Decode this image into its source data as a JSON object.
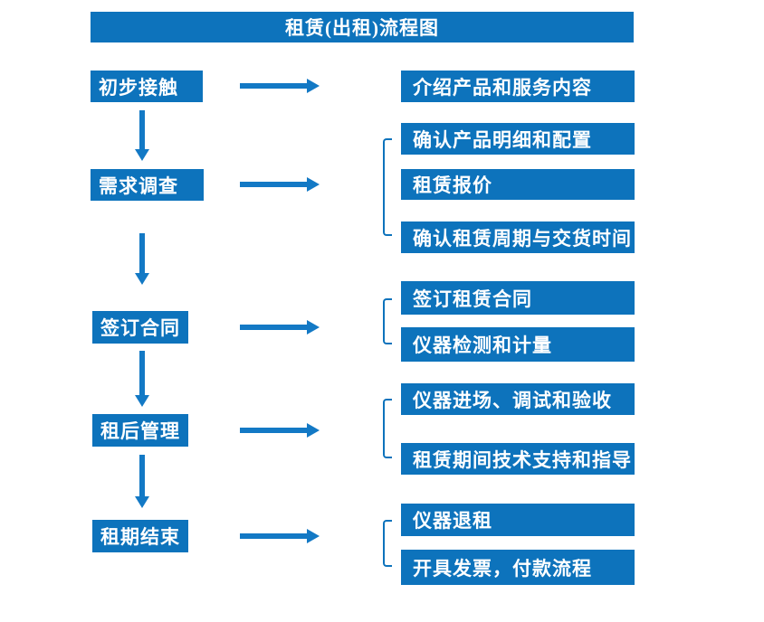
{
  "colors": {
    "primary": "#0d73bc",
    "arrow": "#1379c5",
    "text-on-primary": "#ffffff",
    "background": "#ffffff"
  },
  "process": {
    "title": "租赁(出租)流程图",
    "stages": [
      {
        "label": "初步接触",
        "outputs": [
          "介绍产品和服务内容"
        ]
      },
      {
        "label": "需求调查",
        "outputs": [
          "确认产品明细和配置",
          "租赁报价",
          "确认租赁周期与交货时间"
        ]
      },
      {
        "label": "签订合同",
        "outputs": [
          "签订租赁合同",
          "仪器检测和计量"
        ]
      },
      {
        "label": "租后管理",
        "outputs": [
          "仪器进场、调试和验收",
          "租赁期间技术支持和指导"
        ]
      },
      {
        "label": "租期结束",
        "outputs": [
          "仪器退租",
          "开具发票，付款流程"
        ]
      }
    ]
  }
}
